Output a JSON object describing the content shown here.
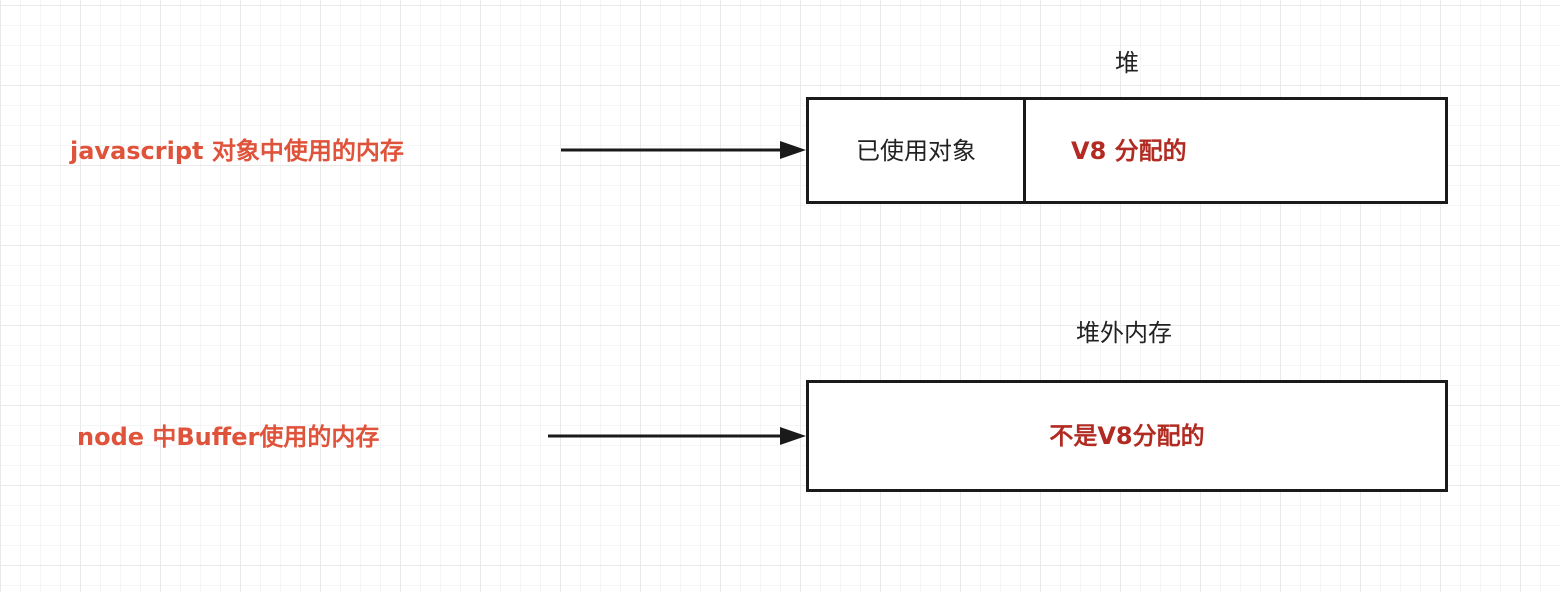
{
  "heap": {
    "title": "堆",
    "used_label": "已使用对象",
    "allocated_label": "V8 分配的"
  },
  "offheap": {
    "title": "堆外内存",
    "label": "不是V8分配的"
  },
  "left_labels": {
    "js_memory": "javascript 对象中使用的内存",
    "buffer_memory": "node 中Buffer使用的内存"
  },
  "colors": {
    "label_red": "#e0533b",
    "box_text_red": "#b22b22",
    "stroke": "#1a1a1a"
  }
}
